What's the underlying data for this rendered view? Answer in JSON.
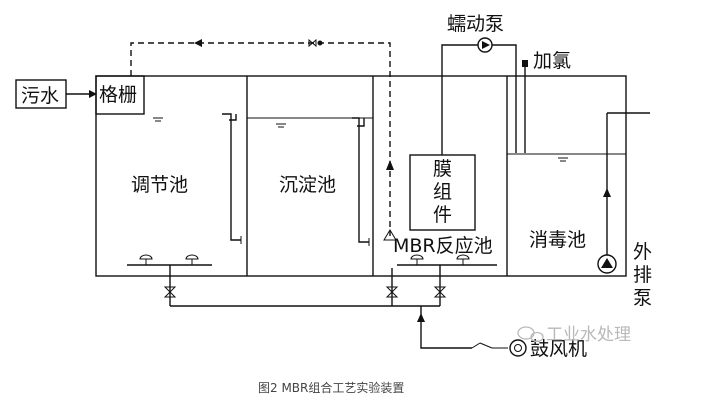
{
  "labels": {
    "sewage": "污水",
    "screen": "格栅",
    "regulating_tank": "调节池",
    "settling_tank": "沉淀池",
    "mbr_tank": "MBR反应池",
    "membrane_module": [
      "膜",
      "组",
      "件"
    ],
    "disinfection_tank": "消毒池",
    "peristaltic_pump": "蠕动泵",
    "chlorination": "加氯",
    "discharge_pump": [
      "外",
      "排",
      "泵"
    ],
    "blower": "鼓风机"
  },
  "watermark": "工业水处理",
  "caption": "图2 MBR组合工艺实验装置"
}
